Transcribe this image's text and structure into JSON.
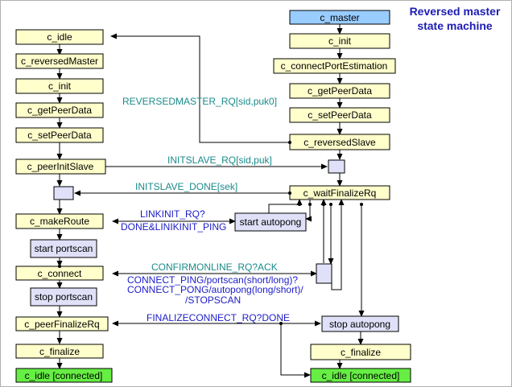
{
  "title": {
    "line1": "Reversed master",
    "line2": "state machine"
  },
  "colors": {
    "state_fill": "#ffffcc",
    "master_fill": "#99ccff",
    "connected_fill": "#66ee44",
    "activity_fill": "#e0e0f8",
    "teal_label": "#1a8a8a",
    "blue_label": "#1c1cc8",
    "title": "#1c1cb4"
  },
  "left_states": {
    "idle": "c_idle",
    "reversed_master": "c_reversedMaster",
    "init": "c_init",
    "get_peer_data": "c_getPeerData",
    "set_peer_data": "c_setPeerData",
    "peer_init_slave": "c_peerInitSlave",
    "make_route": "c_makeRoute",
    "start_portscan": "start portscan",
    "connect": "c_connect",
    "stop_portscan": "stop portscan",
    "peer_finalize_rq": "c_peerFinalizeRq",
    "finalize": "c_finalize",
    "idle_connected": "c_idle [connected]"
  },
  "right_states": {
    "master": "c_master",
    "init": "c_init",
    "connect_port_estimation": "c_connectPortEstimation",
    "get_peer_data": "c_getPeerData",
    "set_peer_data": "c_setPeerData",
    "reversed_slave": "c_reversedSlave",
    "wait_finalize_rq": "c_waitFinalizeRq",
    "start_autopong": "start autopong",
    "stop_autopong": "stop autopong",
    "finalize": "c_finalize",
    "idle_connected": "c_idle [connected]"
  },
  "messages": {
    "reversedmaster_rq": "REVERSEDMASTER_RQ[sid,puk0]",
    "initslave_rq": "INITSLAVE_RQ[sid,puk]",
    "initslave_done": "INITSLAVE_DONE[sek]",
    "linkinit_rq": "LINKINIT_RQ?",
    "done_linkinit_ping": "DONE&LINIKINIT_PING",
    "confirmonline_rq": "CONFIRMONLINE_RQ?ACK",
    "connect_ping": "CONNECT_PING/portscan(short/long)?",
    "connect_pong": "CONNECT_PONG/autopong(long/short)/",
    "stopscan": "/STOPSCAN",
    "finalizeconnect_rq": "FINALIZECONNECT_RQ?DONE"
  }
}
